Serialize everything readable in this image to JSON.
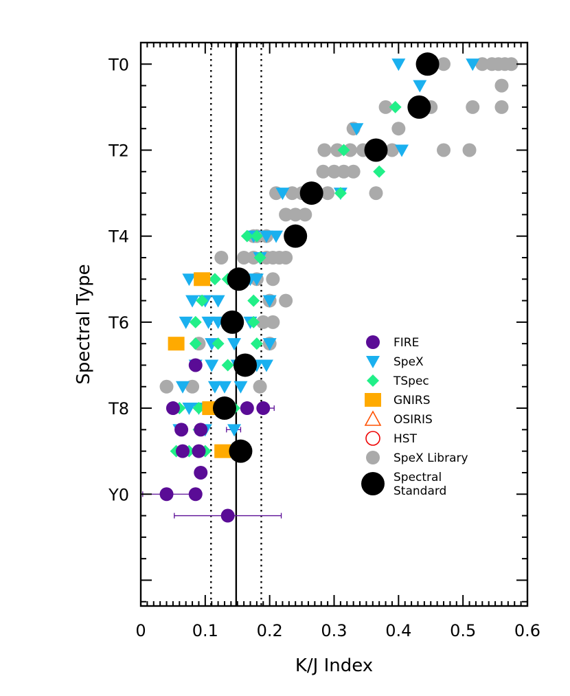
{
  "chart_data": {
    "type": "scatter",
    "xlabel": "K/J Index",
    "ylabel": "Spectral Type",
    "xlim": [
      0,
      0.6
    ],
    "ylim": [
      -0.5,
      12.6
    ],
    "y_reversed": true,
    "grid": false,
    "legend_position": "right-middle",
    "x_ticks": [
      {
        "v": 0,
        "label": "0"
      },
      {
        "v": 0.1,
        "label": "0.1"
      },
      {
        "v": 0.2,
        "label": "0.2"
      },
      {
        "v": 0.3,
        "label": "0.3"
      },
      {
        "v": 0.4,
        "label": "0.4"
      },
      {
        "v": 0.5,
        "label": "0.5"
      },
      {
        "v": 0.6,
        "label": "0.6"
      }
    ],
    "y_ticks": [
      {
        "v": 0,
        "label": "T0"
      },
      {
        "v": 2,
        "label": "T2"
      },
      {
        "v": 4,
        "label": "T4"
      },
      {
        "v": 6,
        "label": "T6"
      },
      {
        "v": 8,
        "label": "T8"
      },
      {
        "v": 10,
        "label": "Y0"
      }
    ],
    "reference_lines": [
      {
        "x": 0.148,
        "style": "solid"
      },
      {
        "x": 0.109,
        "style": "dotted"
      },
      {
        "x": 0.187,
        "style": "dotted"
      }
    ],
    "series": [
      {
        "name": "SpeX Library",
        "marker": "circle",
        "color": "#aaaaaa",
        "points": [
          [
            0.47,
            0
          ],
          [
            0.53,
            0
          ],
          [
            0.545,
            0
          ],
          [
            0.555,
            0
          ],
          [
            0.565,
            0
          ],
          [
            0.575,
            0
          ],
          [
            0.56,
            0.5
          ],
          [
            0.38,
            1
          ],
          [
            0.45,
            1
          ],
          [
            0.515,
            1
          ],
          [
            0.56,
            1
          ],
          [
            0.33,
            1.5
          ],
          [
            0.4,
            1.5
          ],
          [
            0.285,
            2
          ],
          [
            0.305,
            2
          ],
          [
            0.325,
            2
          ],
          [
            0.345,
            2
          ],
          [
            0.39,
            2
          ],
          [
            0.47,
            2
          ],
          [
            0.51,
            2
          ],
          [
            0.283,
            2.5
          ],
          [
            0.3,
            2.5
          ],
          [
            0.315,
            2.5
          ],
          [
            0.33,
            2.5
          ],
          [
            0.21,
            3
          ],
          [
            0.235,
            3
          ],
          [
            0.25,
            3
          ],
          [
            0.29,
            3
          ],
          [
            0.365,
            3
          ],
          [
            0.225,
            3.5
          ],
          [
            0.24,
            3.5
          ],
          [
            0.255,
            3.5
          ],
          [
            0.175,
            4
          ],
          [
            0.18,
            4
          ],
          [
            0.195,
            4
          ],
          [
            0.125,
            4.5
          ],
          [
            0.16,
            4.5
          ],
          [
            0.175,
            4.5
          ],
          [
            0.195,
            4.5
          ],
          [
            0.205,
            4.5
          ],
          [
            0.215,
            4.5
          ],
          [
            0.225,
            4.5
          ],
          [
            0.18,
            5
          ],
          [
            0.205,
            5
          ],
          [
            0.2,
            5.5
          ],
          [
            0.225,
            5.5
          ],
          [
            0.19,
            6
          ],
          [
            0.205,
            6
          ],
          [
            0.09,
            6.5
          ],
          [
            0.2,
            6.5
          ],
          [
            0.04,
            7.5
          ],
          [
            0.08,
            7.5
          ],
          [
            0.185,
            7.5
          ]
        ]
      },
      {
        "name": "SpeX",
        "marker": "triangle-down",
        "color": "#1ab0ef",
        "points": [
          [
            0.4,
            0
          ],
          [
            0.515,
            0
          ],
          [
            0.433,
            0.5
          ],
          [
            0.335,
            1.5
          ],
          [
            0.405,
            2
          ],
          [
            0.22,
            3
          ],
          [
            0.31,
            3
          ],
          [
            0.175,
            4
          ],
          [
            0.195,
            4
          ],
          [
            0.21,
            4
          ],
          [
            0.185,
            4.5
          ],
          [
            0.075,
            5
          ],
          [
            0.16,
            5
          ],
          [
            0.17,
            5
          ],
          [
            0.18,
            5
          ],
          [
            0.08,
            5.5
          ],
          [
            0.1,
            5.5
          ],
          [
            0.12,
            5.5
          ],
          [
            0.2,
            5.5
          ],
          [
            0.07,
            6
          ],
          [
            0.105,
            6
          ],
          [
            0.12,
            6
          ],
          [
            0.17,
            6
          ],
          [
            0.11,
            6.5
          ],
          [
            0.145,
            6.5
          ],
          [
            0.2,
            6.5
          ],
          [
            0.085,
            7
          ],
          [
            0.11,
            7
          ],
          [
            0.15,
            7
          ],
          [
            0.18,
            7
          ],
          [
            0.195,
            7
          ],
          [
            0.065,
            7.5
          ],
          [
            0.115,
            7.5
          ],
          [
            0.13,
            7.5
          ],
          [
            0.155,
            7.5
          ],
          [
            0.075,
            8
          ],
          [
            0.09,
            8
          ],
          [
            0.06,
            8.5
          ],
          [
            0.1,
            8.5
          ],
          [
            0.145,
            8.5
          ],
          [
            0.13,
            9
          ],
          [
            0.145,
            9
          ]
        ]
      },
      {
        "name": "TSpec",
        "marker": "diamond",
        "color": "#21ef88",
        "points": [
          [
            0.395,
            1
          ],
          [
            0.315,
            2
          ],
          [
            0.37,
            2.5
          ],
          [
            0.26,
            3
          ],
          [
            0.31,
            3
          ],
          [
            0.165,
            4
          ],
          [
            0.18,
            4
          ],
          [
            0.185,
            4.5
          ],
          [
            0.115,
            5
          ],
          [
            0.135,
            5
          ],
          [
            0.16,
            5
          ],
          [
            0.095,
            5.5
          ],
          [
            0.175,
            5.5
          ],
          [
            0.085,
            6
          ],
          [
            0.14,
            6
          ],
          [
            0.175,
            6
          ],
          [
            0.085,
            6.5
          ],
          [
            0.12,
            6.5
          ],
          [
            0.18,
            6.5
          ],
          [
            0.135,
            7
          ],
          [
            0.06,
            8
          ],
          [
            0.09,
            8
          ],
          [
            0.1,
            8
          ],
          [
            0.145,
            8
          ],
          [
            0.09,
            8.5
          ],
          [
            0.055,
            9
          ],
          [
            0.075,
            9
          ],
          [
            0.1,
            9
          ]
        ]
      },
      {
        "name": "GNIRS",
        "marker": "square",
        "color": "#ffaa00",
        "points": [
          [
            0.095,
            5
          ],
          [
            0.055,
            6.5
          ],
          [
            0.108,
            8
          ],
          [
            0.127,
            9
          ]
        ]
      },
      {
        "name": "OSIRIS",
        "marker": "triangle-open",
        "color": "#ff5000",
        "points": []
      },
      {
        "name": "HST",
        "marker": "circle-open",
        "color": "#ee0000",
        "points": []
      },
      {
        "name": "FIRE",
        "marker": "circle",
        "color": "#5a0c96",
        "points": [
          [
            0.085,
            7
          ],
          [
            0.05,
            8
          ],
          [
            0.165,
            8
          ],
          [
            0.19,
            8
          ],
          [
            0.063,
            8.5
          ],
          [
            0.093,
            8.5
          ],
          [
            0.065,
            9
          ],
          [
            0.09,
            9
          ],
          [
            0.093,
            9.5
          ],
          [
            0.04,
            10
          ],
          [
            0.085,
            10
          ],
          [
            0.135,
            10.5
          ]
        ],
        "error_bars": [
          {
            "y": 10,
            "xmin": 0.003,
            "xmax": 0.085
          },
          {
            "y": 10.5,
            "xmin": 0.052,
            "xmax": 0.218
          },
          {
            "y": 8,
            "xmin": 0.19,
            "xmax": 0.207
          },
          {
            "y": 8.5,
            "xmin": 0.133,
            "xmax": 0.155
          }
        ]
      },
      {
        "name": "Spectral Standard",
        "marker": "circle-large",
        "color": "#000000",
        "points": [
          [
            0.445,
            0
          ],
          [
            0.432,
            1
          ],
          [
            0.365,
            2
          ],
          [
            0.265,
            3
          ],
          [
            0.24,
            4
          ],
          [
            0.152,
            5
          ],
          [
            0.142,
            6
          ],
          [
            0.162,
            7
          ],
          [
            0.13,
            8
          ],
          [
            0.155,
            9
          ]
        ]
      }
    ],
    "legend": [
      {
        "label": "FIRE",
        "marker": "circle",
        "color": "#5a0c96"
      },
      {
        "label": "SpeX",
        "marker": "triangle-down",
        "color": "#1ab0ef"
      },
      {
        "label": "TSpec",
        "marker": "diamond",
        "color": "#21ef88"
      },
      {
        "label": "GNIRS",
        "marker": "square",
        "color": "#ffaa00"
      },
      {
        "label": "OSIRIS",
        "marker": "triangle-open",
        "color": "#ff5000"
      },
      {
        "label": "HST",
        "marker": "circle-open",
        "color": "#ee0000"
      },
      {
        "label": "SpeX Library",
        "marker": "circle",
        "color": "#aaaaaa"
      },
      {
        "label": "Spectral\nStandard",
        "marker": "circle-large",
        "color": "#000000"
      }
    ]
  }
}
